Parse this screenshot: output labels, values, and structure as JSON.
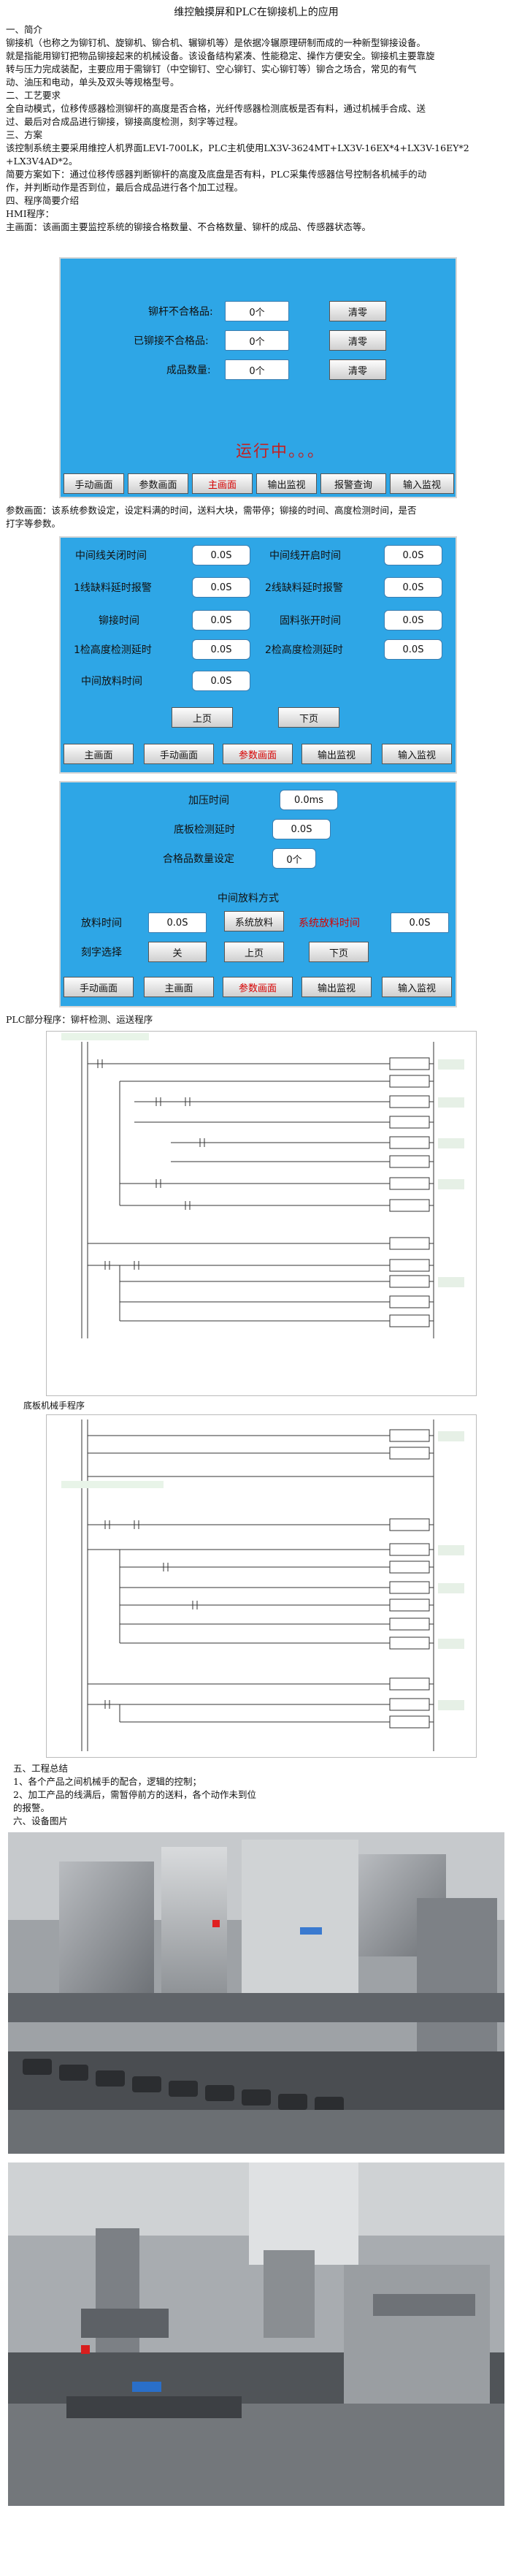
{
  "doc": {
    "title": "维控触摸屏和PLC在铆接机上的应用",
    "intro": [
      "一、简介",
      "铆接机（也称之为铆钉机、旋铆机、铆合机、辗铆机等）是依据冷辗原理研制而成的一种新型铆接设备。",
      "就是指能用铆钉把物品铆接起来的机械设备。该设备结构紧凑、性能稳定、操作方便安全。铆接机主要靠旋",
      "转与压力完成装配，主要应用于需铆钉（中空铆钉、空心铆钉、实心铆钉等）铆合之场合，常见的有气",
      "动、油压和电动，单头及双头等规格型号。",
      "二、工艺要求",
      "全自动模式，位移传感器检测铆杆的高度是否合格，光纤传感器检测底板是否有料，通过机械手合成、送",
      "过、最后对合成品进行铆接，铆接高度检测，刻字等过程。",
      "三、方案",
      "该控制系统主要采用维控人机界面LEVI-700LK，PLC主机使用LX3V-3624MT+LX3V-16EX*4+LX3V-16EY*2",
      "+LX3V4AD*2。",
      "简要方案如下：通过位移传感器判断铆杆的高度及底盘是否有料，PLC采集传感器信号控制各机械手的动",
      "作，并判断动作是否到位，最后合成品进行各个加工过程。",
      "四、程序简要介绍",
      "HMI程序：",
      "主画面：该画面主要监控系统的铆接合格数量、不合格数量、铆杆的成品、传感器状态等。"
    ],
    "param_text": [
      "参数画面：该系统参数设定，设定料满的时间，送料大块，需带停；铆接的时间、高度检测时间，是否",
      "打字等参数。"
    ],
    "plc_heading": "PLC部分程序：铆杆检测、运送程序",
    "base_caption": "底板机械手程序",
    "summary": [
      "五、工程总结",
      "1、各个产品之间机械手的配合，逻辑的控制；",
      "2、加工产品的线满后，需暂停前方的送料，各个动作未到位",
      "的报警。",
      "六、设备图片"
    ]
  },
  "main_screen": {
    "rows": [
      {
        "label": "铆杆不合格品:",
        "value": "0个",
        "button": "清零"
      },
      {
        "label": "已铆接不合格品:",
        "value": "0个",
        "button": "清零"
      },
      {
        "label": "成品数量:",
        "value": "0个",
        "button": "清零"
      }
    ],
    "status": "运行中。。。",
    "nav": [
      "手动画面",
      "参数画面",
      "主画面",
      "输出监视",
      "报警查询",
      "输入监视"
    ]
  },
  "param_screen1": {
    "left": [
      {
        "label": "中间线关闭时间",
        "value": "0.0S"
      },
      {
        "label": "1线缺料延时报警",
        "value": "0.0S"
      },
      {
        "label": "铆接时间",
        "value": "0.0S"
      },
      {
        "label": "1检高度检测延时",
        "value": "0.0S"
      },
      {
        "label": "中间放料时间",
        "value": "0.0S"
      }
    ],
    "right": [
      {
        "label": "中间线开启时间",
        "value": "0.0S"
      },
      {
        "label": "2线缺料延时报警",
        "value": "0.0S"
      },
      {
        "label": "固料张开时间",
        "value": "0.0S"
      },
      {
        "label": "2检高度检测延时",
        "value": "0.0S"
      }
    ],
    "prev": "上页",
    "next": "下页",
    "nav": [
      "主画面",
      "手动画面",
      "参数画面",
      "输出监视",
      "输入监视"
    ]
  },
  "param_screen2": {
    "rows": [
      {
        "label": "加压时间",
        "value": "0.0ms"
      },
      {
        "label": "底板检测延时",
        "value": "0.0S"
      },
      {
        "label": "合格品数量设定",
        "value": "0个"
      }
    ],
    "mode_title": "中间放料方式",
    "discharge_label": "放料时间",
    "discharge_value": "0.0S",
    "system_discharge": "系统放料",
    "system_time_label": "系统放料时间",
    "system_time_value": "0.0S",
    "engrave_label": "刻字选择",
    "engrave_value": "关",
    "prev": "上页",
    "next": "下页",
    "nav": [
      "手动画面",
      "主画面",
      "参数画面",
      "输出监视",
      "输入监视"
    ]
  },
  "colors": {
    "hmi_bg": "#2ea6e6",
    "alert": "#d60000"
  }
}
